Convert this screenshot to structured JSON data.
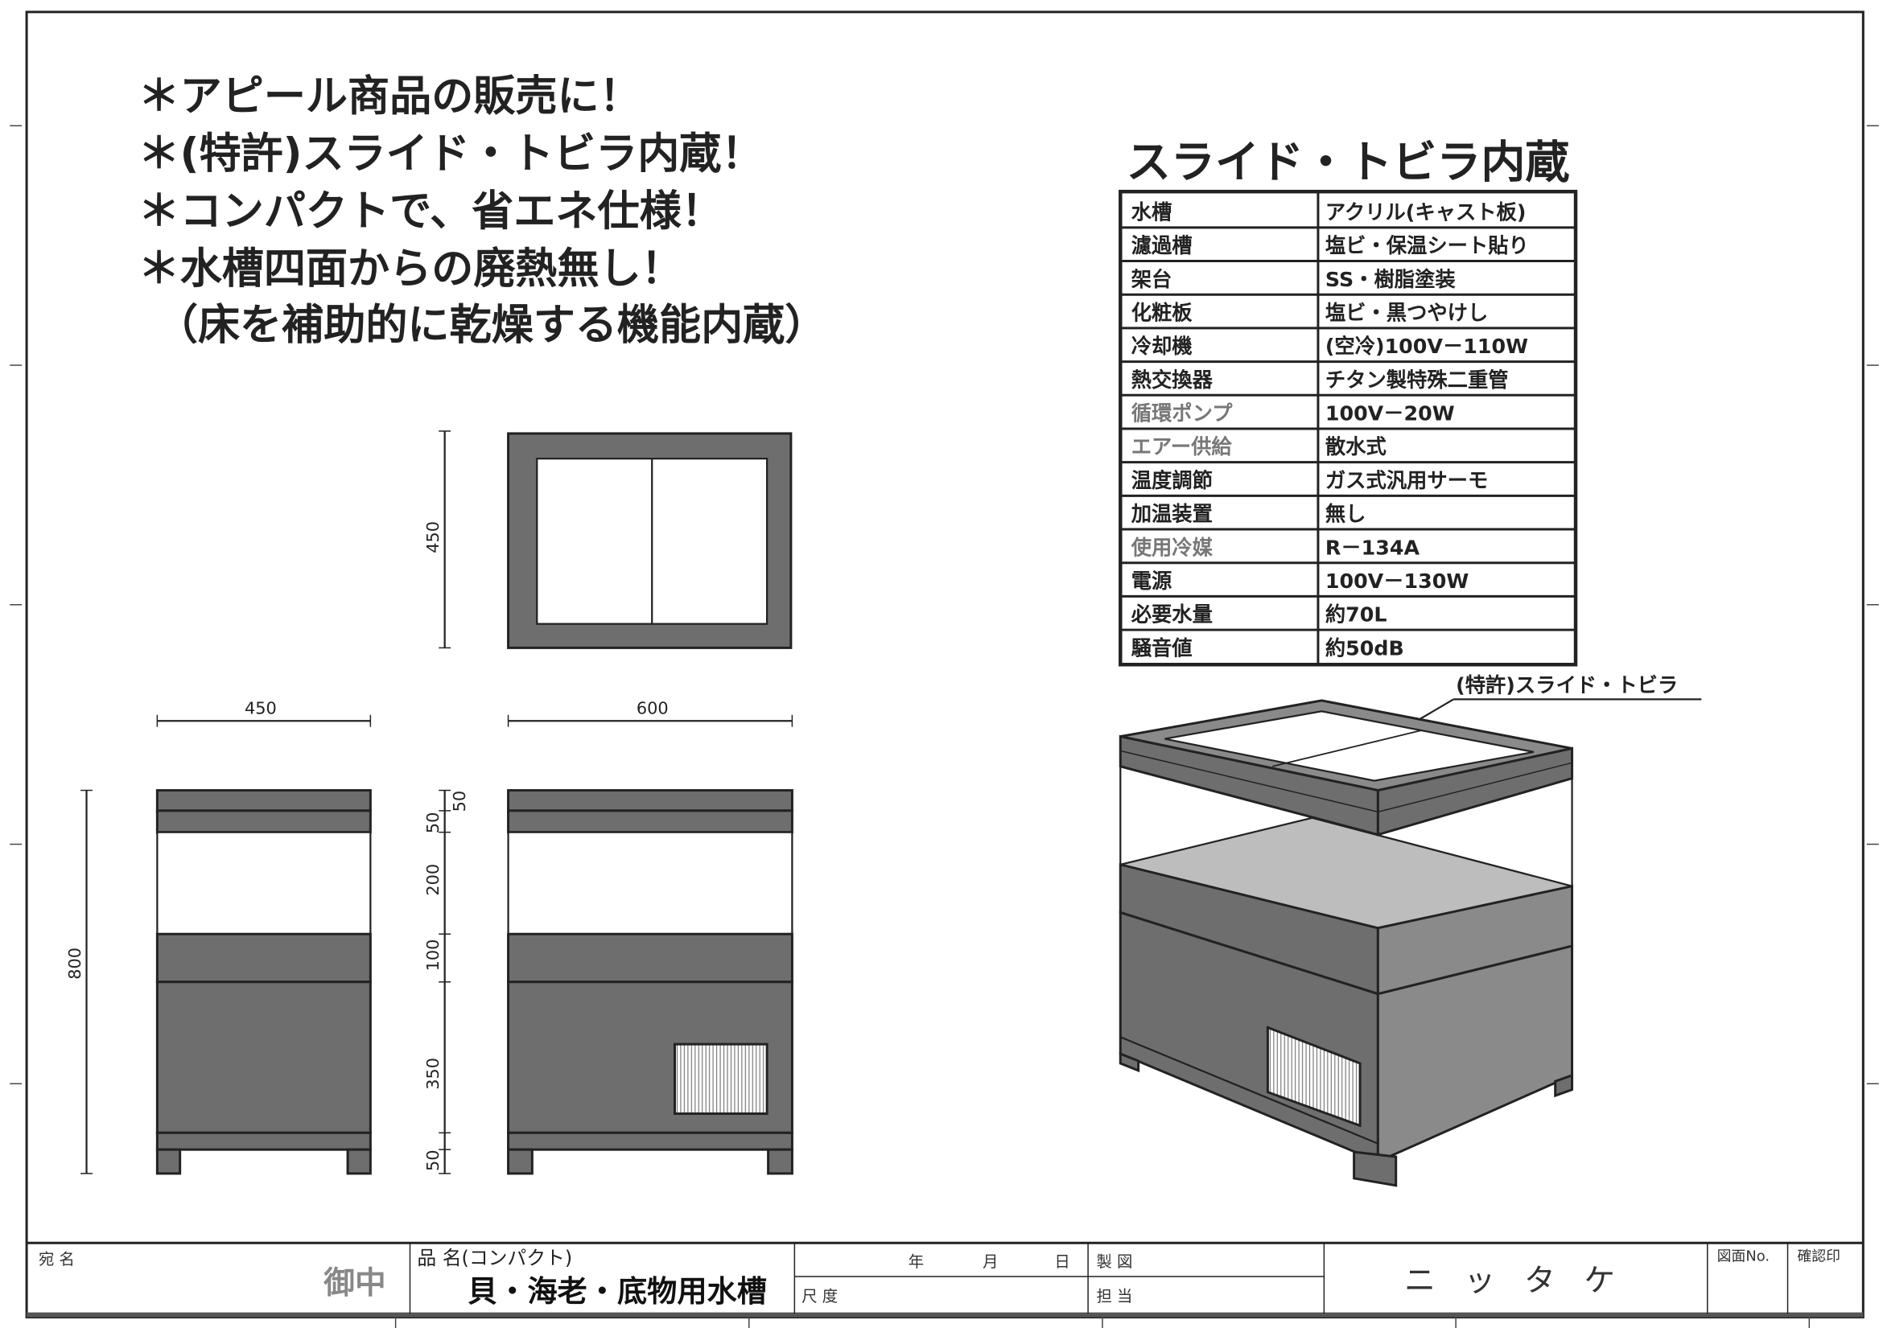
{
  "headlines": [
    "＊アピール商品の販売に！",
    "＊(特許)スライド・トビラ内蔵！",
    "＊コンパクトで、省エネ仕様！",
    "＊水槽四面からの廃熱無し！",
    "（床を補助的に乾燥する機能内蔵）"
  ],
  "spec": {
    "title": "スライド・トビラ内蔵",
    "rows": [
      {
        "label": "水槽",
        "value": "アクリル(キャスト板)"
      },
      {
        "label": "濾過槽",
        "value": "塩ビ・保温シート貼り"
      },
      {
        "label": "架台",
        "value": "SS・樹脂塗装"
      },
      {
        "label": "化粧板",
        "value": "塩ビ・黒つやけし"
      },
      {
        "label": "冷却機",
        "value": "(空冷)100V－110W"
      },
      {
        "label": "熱交換器",
        "value": "チタン製特殊二重管"
      },
      {
        "label": "循環ポンプ",
        "value": "100V－20W"
      },
      {
        "label": "エアー供給",
        "value": "散水式"
      },
      {
        "label": "温度調節",
        "value": "ガス式汎用サーモ"
      },
      {
        "label": "加温装置",
        "value": "無し"
      },
      {
        "label": "使用冷媒",
        "value": "R－134A"
      },
      {
        "label": "電源",
        "value": "100V－130W"
      },
      {
        "label": "必要水量",
        "value": "約70L"
      },
      {
        "label": "騒音値",
        "value": "約50dB"
      }
    ]
  },
  "callout": "(特許)スライド・トビラ",
  "dimensions": {
    "top_depth": "450",
    "side_width": "450",
    "front_width": "600",
    "total_height": "800",
    "segments": [
      "50",
      "50",
      "200",
      "100",
      "350",
      "50"
    ]
  },
  "title_block": {
    "addressee_label": "宛 名",
    "addressee_suffix": "御中",
    "product_label": "品 名(コンパクト)",
    "product_name": "貝・海老・底物用水槽",
    "year": "年",
    "month": "月",
    "day": "日",
    "scale_label": "尺 度",
    "drawn_label": "製 図",
    "charge_label": "担 当",
    "company": "ニッタケ",
    "drawing_no_label": "図面No.",
    "check_label": "確認印"
  }
}
